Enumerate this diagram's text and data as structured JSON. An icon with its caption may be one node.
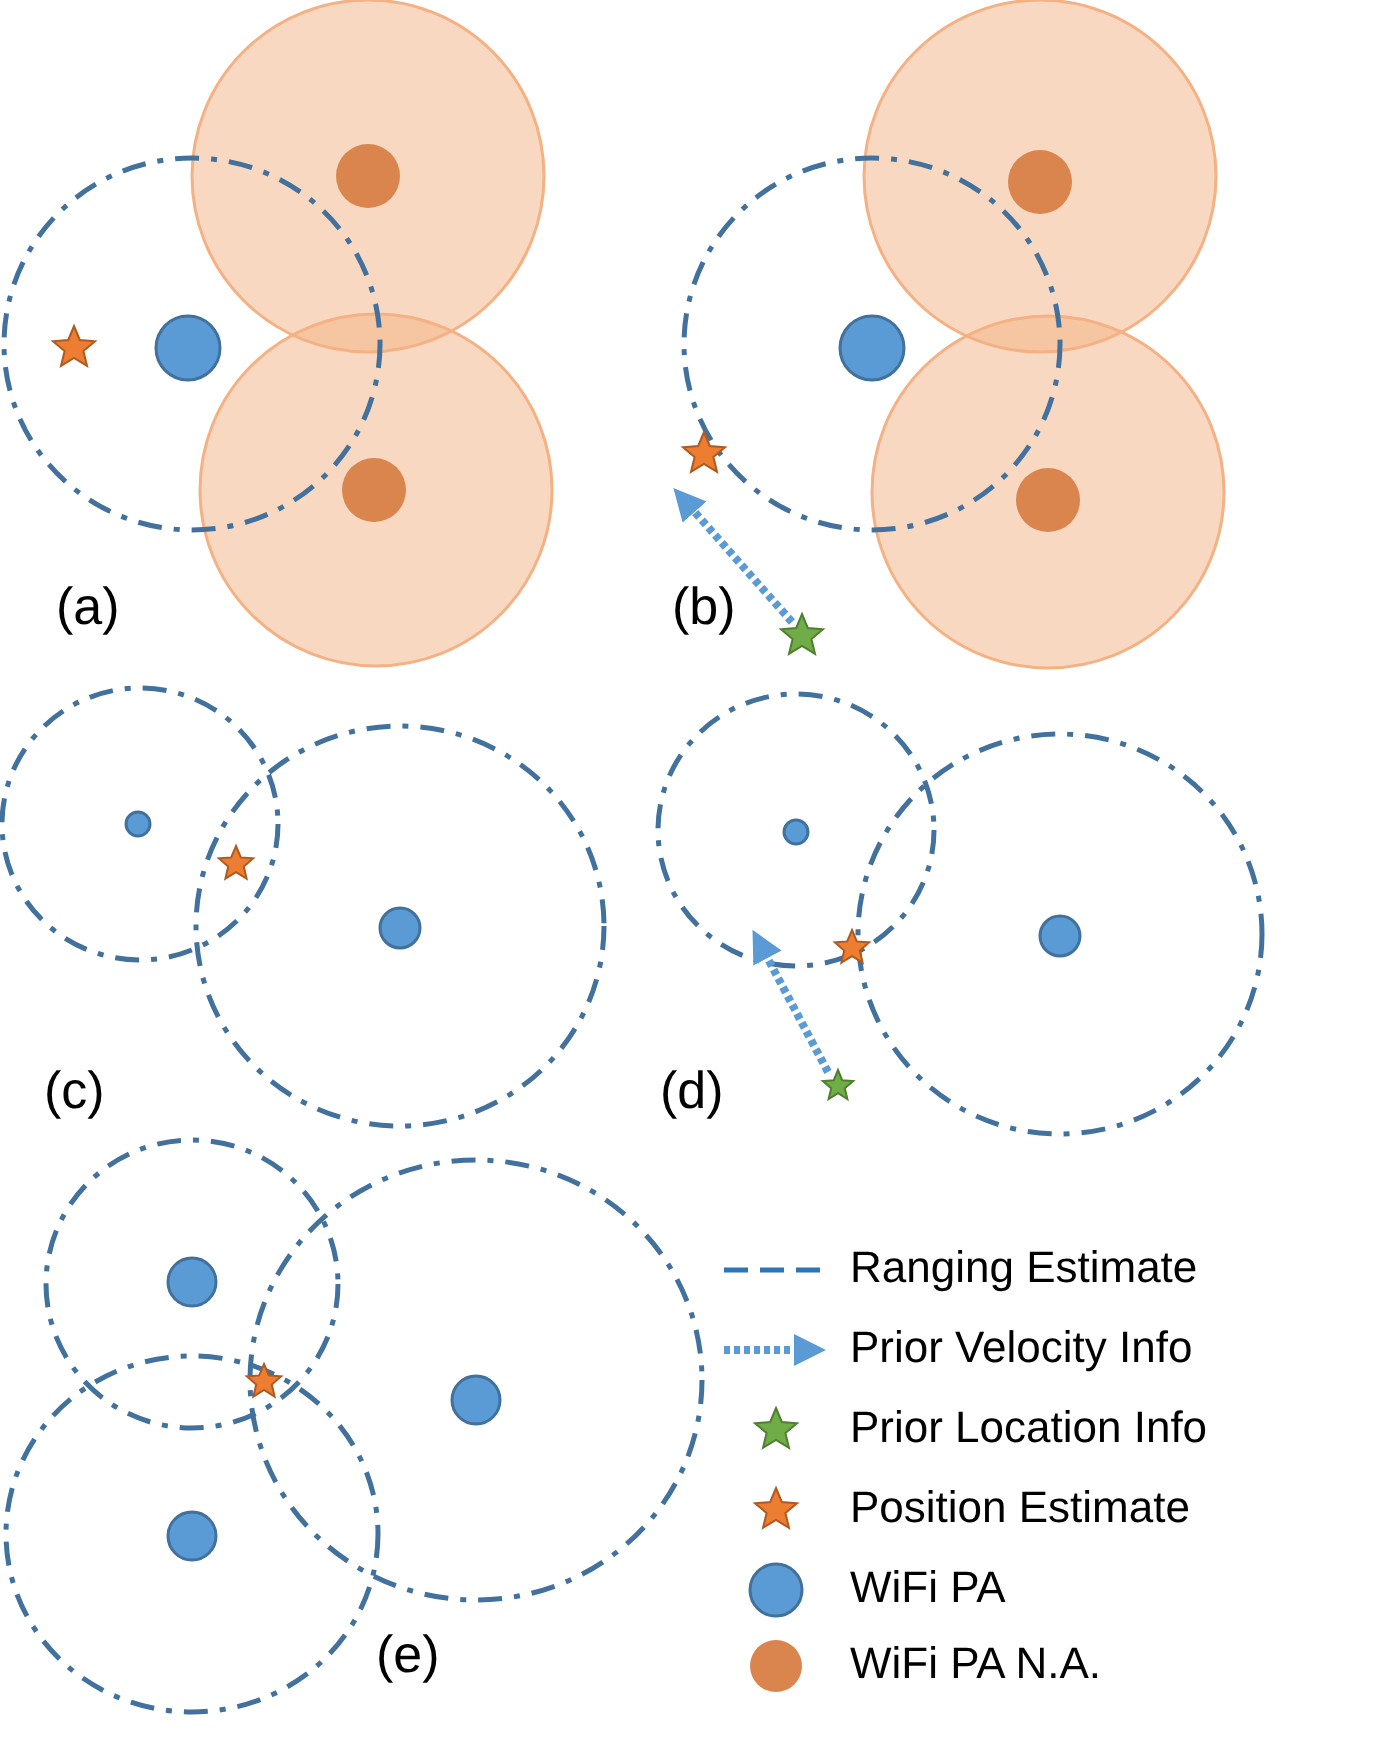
{
  "diagram": {
    "labels": [
      "(a)",
      "(b)",
      "(c)",
      "(d)",
      "(e)"
    ],
    "legend": [
      {
        "text": "Ranging Estimate"
      },
      {
        "text": "Prior Velocity Info"
      },
      {
        "text": "Prior Location Info"
      },
      {
        "text": "Position Estimate"
      },
      {
        "text": "WiFi PA"
      },
      {
        "text": "WiFi PA N.A."
      }
    ]
  }
}
